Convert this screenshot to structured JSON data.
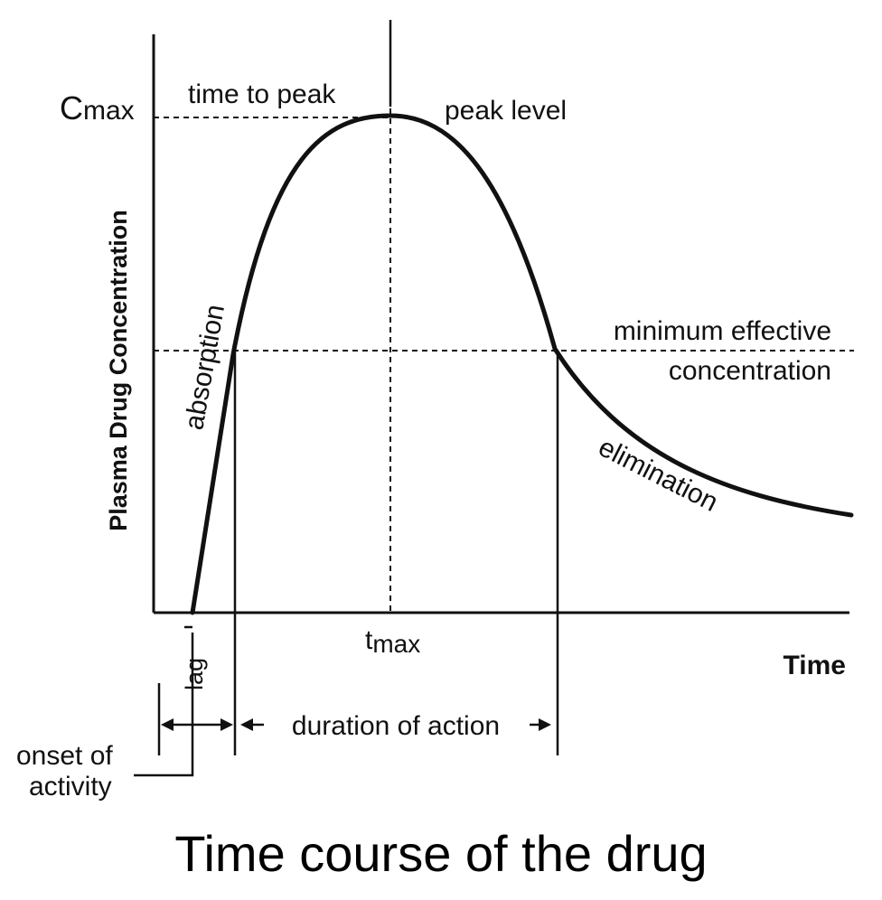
{
  "diagram": {
    "y_axis_label": "Plasma Drug Concentration",
    "x_axis_label": "Time",
    "cmax_label_base": "C",
    "cmax_label_sub": "max",
    "tmax_label_base": "t",
    "tmax_label_sub": "max",
    "time_to_peak": "time to peak",
    "peak_level": "peak level",
    "mec_line1": "minimum effective",
    "mec_line2": "concentration",
    "absorption": "absorption",
    "elimination": "elimination",
    "lag": "lag",
    "duration": "duration of action",
    "onset_line1": "onset of",
    "onset_line2": "activity"
  },
  "caption": "Time course of the drug"
}
